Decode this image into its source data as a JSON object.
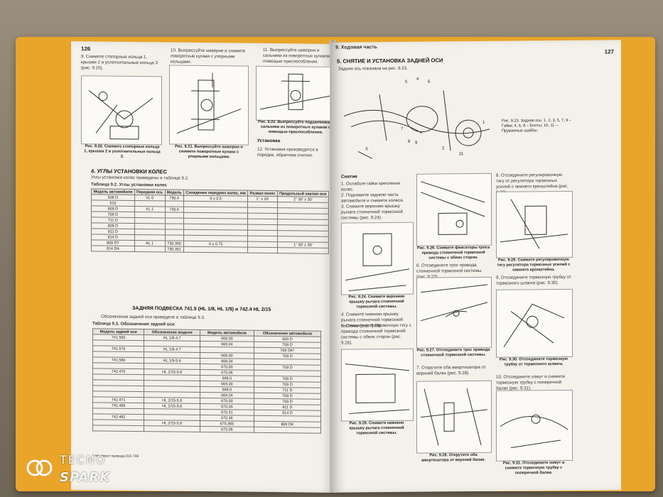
{
  "left_page": {
    "page_number": "126",
    "step9": "9. Снимите стопорные кольца 1, крышки 2 и уплотнительные кольца 3 (рис. 9.20).",
    "step10": "10. Выпрессуйте шкворни и снимите поворотные кулаки с упорными кольцами.",
    "step11": "11. Выпрессуйте шкворни и сальники из поворотных кулаков с помощью приспособления.",
    "fig20_caption": "Рис. 9.20. Снимите стопорные кольца 1, крышки 2 и уплотнительные кольца 3.",
    "fig21_caption": "Рис. 9.21. Выпрессуйте шкворни и снимите поворотные кулаки с упорными кольцами.",
    "fig22a_caption": "Рис. 9.22. Выпрессуйте подшипники и сальники из поворотных кулаков с помощью приспособления.",
    "assembly_title": "Установка",
    "assembly_text": "12. Установка производится в порядке, обратном снятию.",
    "section4_title": "4. УГЛЫ УСТАНОВКИ КОЛЕС",
    "section4_intro": "Углы установки колес приведены в таблице 9.2.",
    "table92_title": "Таблица 9.2. Углы установки колес",
    "table92_headers": [
      "Модель автомобиля",
      "Передняя ось",
      "Модель",
      "Схождение передних колес, мм",
      "Развал колес",
      "Продольный наклон оси"
    ],
    "table92_rows": [
      [
        "508 D",
        "VL 0",
        "730.4",
        "0 ± 0.5",
        "1° ± 20'",
        "2° 30' ± 30'"
      ],
      [
        "510",
        "",
        "",
        "",
        "",
        ""
      ],
      [
        "609 D",
        "VL 1",
        "730.6",
        "",
        "",
        ""
      ],
      [
        "709 D",
        "",
        "",
        "",
        "",
        ""
      ],
      [
        "711 D",
        "",
        "",
        "",
        "",
        ""
      ],
      [
        "809 D",
        "",
        "",
        "",
        "",
        ""
      ],
      [
        "811 D",
        "",
        "",
        "",
        "",
        ""
      ],
      [
        "814 D",
        "",
        "",
        "",
        "",
        ""
      ],
      [
        "809 DT",
        "AL 1",
        "730.350",
        "0 ± 0.75",
        "",
        "1° 30' ± 30'"
      ],
      [
        "814 DA",
        "",
        "730.351",
        "",
        "",
        ""
      ]
    ],
    "rear_susp_title": "ЗАДНЯЯ ПОДВЕСКА 741.5 (HL 1/8, HL 1/9) и 742.4 HL 2/15",
    "rear_susp_intro": "Обозначение задней оси приведено в таблице 9.3.",
    "table93_title": "Таблица 9.3. Обозначение задней оси",
    "table93_headers": [
      "Модель задней оси",
      "Обозначение модели",
      "Модель автомобиля",
      "Обозначение автомобиля"
    ],
    "table93_rows": [
      [
        "741.560",
        "HL 1/8-4.7",
        "669.00",
        "609 D"
      ],
      [
        "",
        "",
        "669.04",
        "709 D"
      ],
      [
        "741.570",
        "HL 1/8-4.7",
        "",
        "709 DK*"
      ],
      [
        "",
        "",
        "668.00",
        "709 D"
      ],
      [
        "741.580",
        "HL 1/9-5.6",
        "668.04",
        ""
      ],
      [
        "",
        "",
        "670.00",
        "709 D"
      ],
      [
        "742.470",
        "HL 2/15-5.8",
        "670.06",
        ""
      ],
      [
        "",
        "",
        "668.0",
        "709 D"
      ],
      [
        "",
        "",
        "669.00",
        "709 D"
      ],
      [
        "",
        "",
        "669.0",
        "711 D"
      ],
      [
        "",
        "",
        "669.04",
        "709 D"
      ],
      [
        "742.471",
        "HL 2/15-5.8",
        "670.00",
        "709 D"
      ],
      [
        "742.480",
        "HL 2/15-5.8",
        "670.04",
        "811 D"
      ],
      [
        "",
        "",
        "670.31",
        "814 D"
      ],
      [
        "742.482",
        "",
        "670.36",
        ""
      ],
      [
        "",
        "HL 2/15-5.8",
        "670.365",
        "809 DK"
      ],
      [
        "",
        "",
        "670.06",
        ""
      ]
    ],
    "table93_footnote": "* Не имеет привода 815 709"
  },
  "right_page": {
    "page_number": "127",
    "running_head": "9. Ходовая часть",
    "section_title": "5. СНЯТИЕ И УСТАНОВКА ЗАДНЕЙ ОСИ",
    "section_intro": "Задняя ось показана на рис. 9.23.",
    "fig23_caption": "Рис. 9.23. Задняя ось: 1, 2, 3, 5, 7, 9 – Гайки; 4, 6, 8 – Болты; 10, 11 – Пружинные шайбы.",
    "removal_title": "Снятие",
    "steps_col1": [
      "1. Ослабьте гайки крепления колес.",
      "2. Поднимите заднюю часть автомобиля и снимите колеса.",
      "3. Снимите верхнюю крышку рычага стояночной тормозной системы (рис. 9.24).",
      "4. Снимите нижнюю крышку рычага стояночной тормозной системы (рис. 9.25).",
      "5. Снимите регулировочную тягу с привода стояночной тормозной системы с обеих сторон (рис. 9.26).",
      "6. Отсоедините трос привода стояночной тормозной системы (рис. 9.27).",
      "7. Открутите оба амортизатора от верхней балки (рис. 9.28)."
    ],
    "fig24_caption": "Рис. 9.24. Снимите верхнюю крышку рычага стояночной тормозной системы.",
    "fig25_caption": "Рис. 9.25. Снимите нижнюю крышку рычага стояночной тормозной системы.",
    "fig26_caption": "Рис. 9.26. Снимите фиксаторы троса привода стояночной тормозной системы с обеих сторон.",
    "fig27_caption": "Рис. 9.27. Отсоедините трос привода стояночной тормозной системы.",
    "fig28_caption": "Рис. 9.28. Открутите оба амортизатора от верхней балки.",
    "steps_col3": [
      "8. Отсоедините регулировочную тягу от регулятора тормозных усилий с нижнего кронштейна (рис. 9.29).",
      "9. Отсоедините тормозную трубку от тормозного шланга (рис. 9.30).",
      "10. Отсоедините хомут и снимите тормозную трубку с поперечной балки (рис. 9.31)."
    ],
    "fig29_caption": "Рис. 9.29. Снимите регулировочную тягу регулятора тормозных усилий с нижнего кронштейна.",
    "fig30_caption": "Рис. 9.30. Отсоедините тормозную трубку от тормозного шланга.",
    "fig31_caption": "Рис. 9.31. Отсоедините хомут и снимите тормозную трубку с поперечной балки."
  },
  "watermark": {
    "brand": "TECNO",
    "model": "SPARK"
  },
  "colors": {
    "cover": "#e9a42a",
    "paper": "#f3f1ea"
  }
}
